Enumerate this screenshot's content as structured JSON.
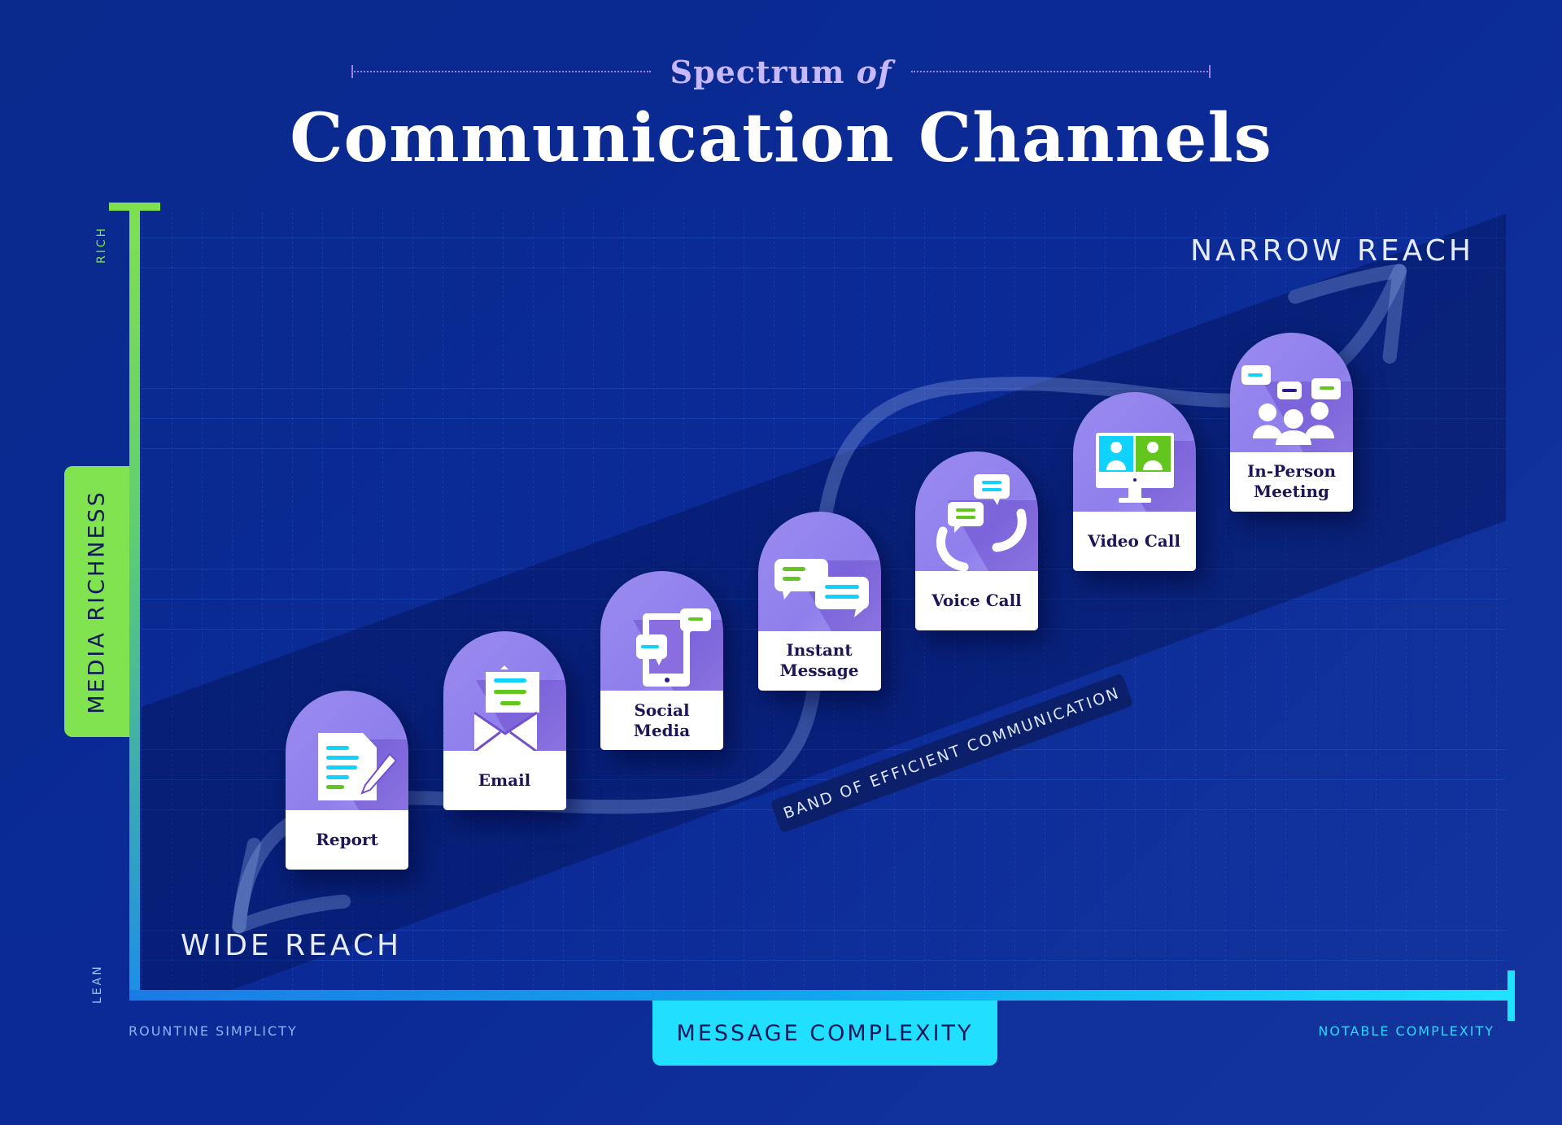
{
  "header": {
    "subtitle_prefix": "Spectrum ",
    "subtitle_em": "of",
    "title": "Communication Channels"
  },
  "y_axis": {
    "label": "MEDIA RICHNESS",
    "top": "RICH",
    "bottom": "LEAN"
  },
  "x_axis": {
    "label": "MESSAGE COMPLEXITY",
    "left": "ROUNTINE SIMPLICTY",
    "right": "NOTABLE COMPLEXITY"
  },
  "reach": {
    "wide": "WIDE REACH",
    "narrow": "NARROW REACH"
  },
  "band_label": "BAND OF EFFICIENT COMMUNICATION",
  "colors": {
    "background": "#0b2a96",
    "rich": "#80e34f",
    "complexity": "#21e0ff",
    "card": "#9a8bf0",
    "text_dark": "#1c1656"
  },
  "channels": [
    {
      "label": "Report",
      "icon": "document-pencil-icon"
    },
    {
      "label": "Email",
      "icon": "envelope-icon"
    },
    {
      "label": "Social\nMedia",
      "icon": "tablet-chat-icon"
    },
    {
      "label": "Instant\nMessage",
      "icon": "chat-bubbles-icon"
    },
    {
      "label": "Voice Call",
      "icon": "phone-chat-icon"
    },
    {
      "label": "Video Call",
      "icon": "video-monitor-icon"
    },
    {
      "label": "In-Person\nMeeting",
      "icon": "group-people-icon"
    }
  ]
}
